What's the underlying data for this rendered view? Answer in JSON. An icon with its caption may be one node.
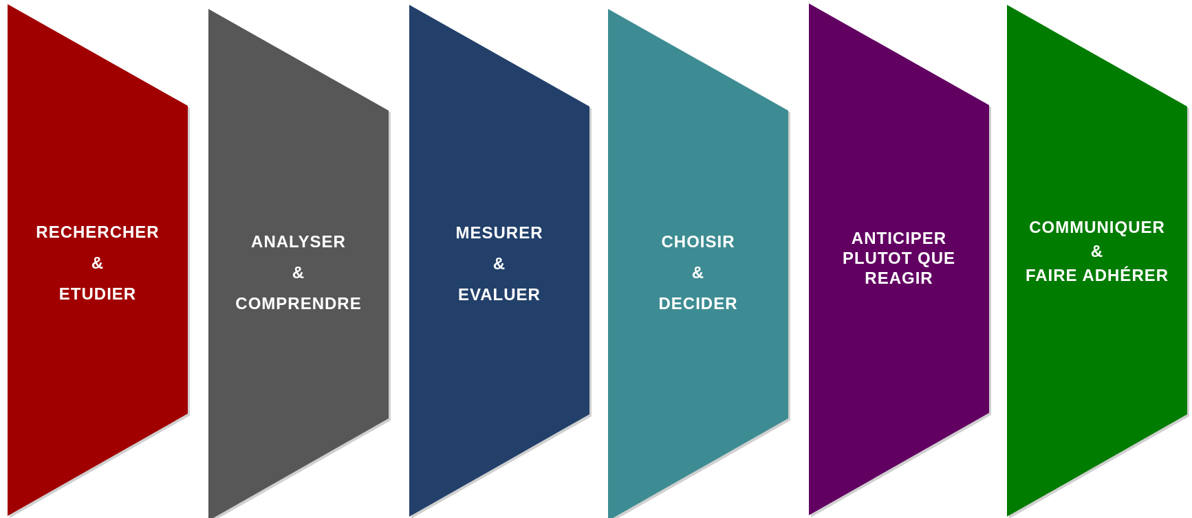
{
  "diagram": {
    "nodes": [
      {
        "text": [
          "RECHERCHER",
          "&",
          "ETUDIER"
        ]
      },
      {
        "text": [
          "ANALYSER",
          "&",
          "COMPRENDRE"
        ]
      },
      {
        "text": [
          "MESURER",
          "&",
          "EVALUER"
        ]
      },
      {
        "text": [
          "CHOISIR",
          "&",
          "DECIDER"
        ]
      },
      {
        "text": [
          "ANTICIPER PLUTOT QUE REAGIR"
        ]
      },
      {
        "text": [
          "COMMUNIQUER",
          "&",
          "FAIRE ADHÉRER"
        ]
      }
    ]
  }
}
